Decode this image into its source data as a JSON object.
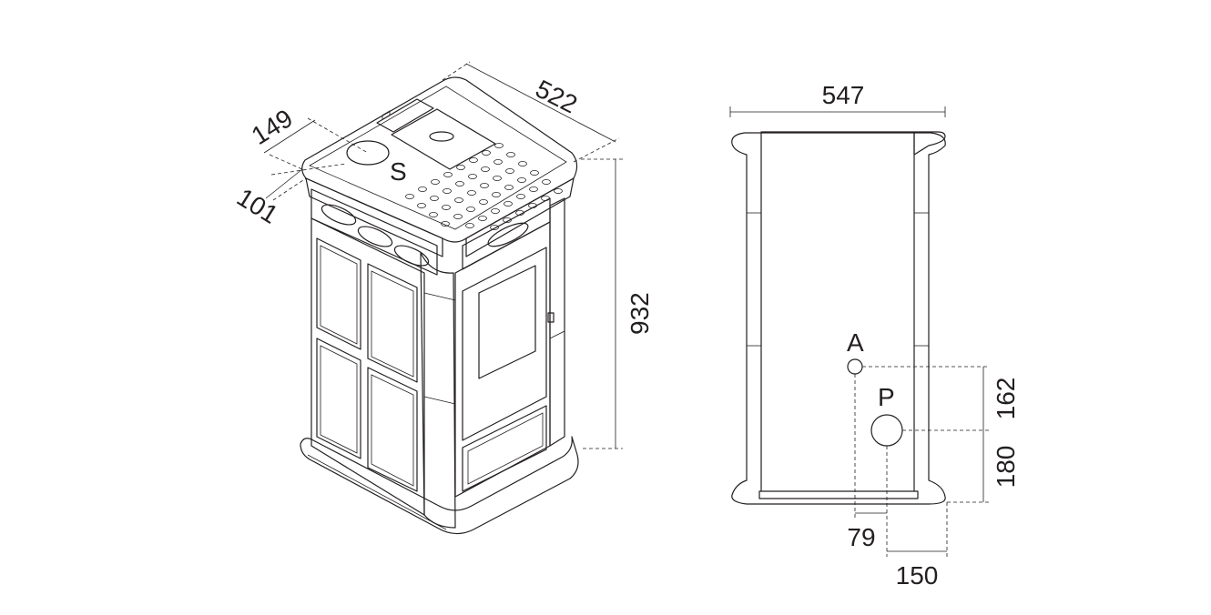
{
  "dimensions": {
    "depth": "522",
    "height": "932",
    "flue_offset_depth": "149",
    "flue_offset_side": "101",
    "width": "547",
    "air_inlet_height": "162",
    "flue_outlet_height": "180",
    "air_inlet_side_offset": "79",
    "flue_outlet_side_offset": "150"
  },
  "labels": {
    "top_flue": "S",
    "air_inlet": "A",
    "flue_outlet": "P"
  },
  "colors": {
    "line": "#231f20",
    "background": "#ffffff"
  }
}
